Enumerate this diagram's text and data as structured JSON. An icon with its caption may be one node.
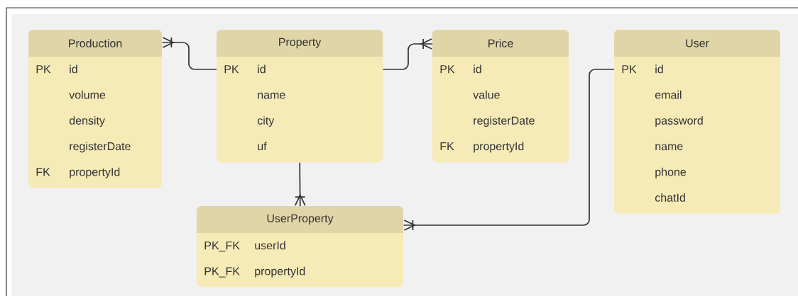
{
  "diagram": {
    "nodes": [
      {
        "text": [
          "Production"
        ]
      },
      {
        "text": [
          "PK",
          "id"
        ],
        "in": 0
      },
      {
        "text": [
          "volume"
        ],
        "in": 0
      },
      {
        "text": [
          "density"
        ],
        "in": 0
      },
      {
        "text": [
          "registerDate"
        ],
        "in": 0
      },
      {
        "text": [
          "FK",
          "propertyId"
        ],
        "in": 0
      },
      {
        "text": [
          "Property"
        ]
      },
      {
        "text": [
          "PK",
          "id"
        ],
        "in": 6
      },
      {
        "text": [
          "name"
        ],
        "in": 6
      },
      {
        "text": [
          "city"
        ],
        "in": 6
      },
      {
        "text": [
          "uf"
        ],
        "in": 6
      },
      {
        "text": [
          "Price"
        ]
      },
      {
        "text": [
          "PK",
          "id"
        ],
        "in": 11
      },
      {
        "text": [
          "value"
        ],
        "in": 11
      },
      {
        "text": [
          "registerDate"
        ],
        "in": 11
      },
      {
        "text": [
          "FK",
          "propertyId"
        ],
        "in": 11
      },
      {
        "text": [
          "User"
        ]
      },
      {
        "text": [
          "PK",
          "id"
        ],
        "in": 16
      },
      {
        "text": [
          "email"
        ],
        "in": 16
      },
      {
        "text": [
          "password"
        ],
        "in": 16
      },
      {
        "text": [
          "name"
        ],
        "in": 16
      },
      {
        "text": [
          "phone"
        ],
        "in": 16
      },
      {
        "text": [
          "chatId"
        ],
        "in": 16
      },
      {
        "text": [
          "UserProperty"
        ]
      },
      {
        "text": [
          "PK_FK",
          "userId"
        ],
        "in": 23
      },
      {
        "text": [
          "PK_FK",
          "propertyId"
        ],
        "in": 23
      }
    ],
    "edges": [
      {
        "from": 6,
        "to": 0,
        "arrow": "other"
      },
      {
        "from": 6,
        "to": 11,
        "arrow": "other"
      },
      {
        "from": 6,
        "to": 23,
        "arrow": "other"
      },
      {
        "from": 16,
        "to": 23,
        "arrow": "other"
      }
    ]
  }
}
